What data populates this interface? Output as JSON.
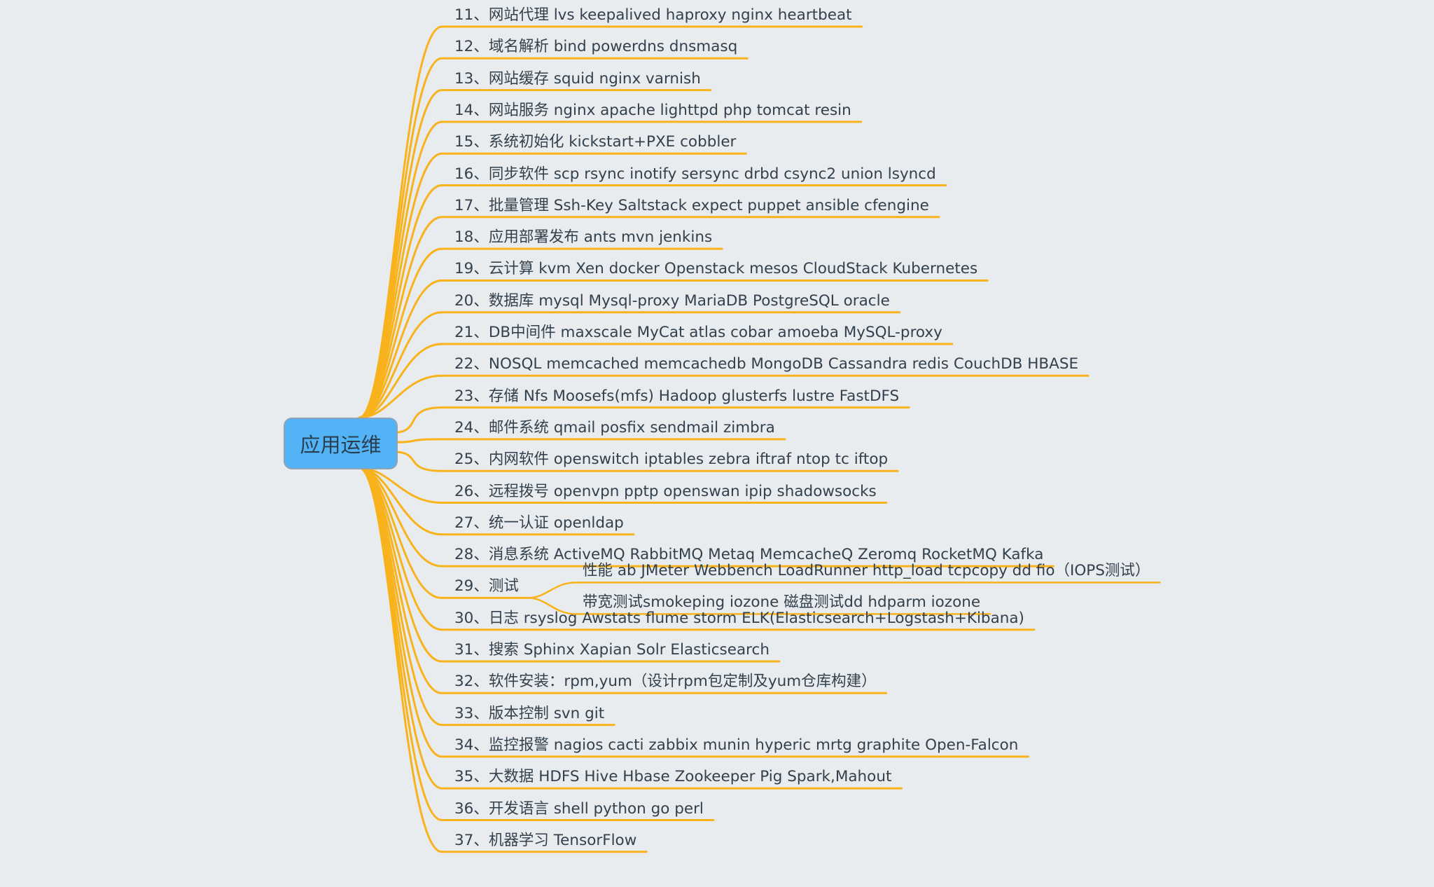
{
  "root": {
    "label": "应用运维"
  },
  "colors": {
    "branch": "#f8b21c",
    "root_fill": "#52b4f7",
    "background": "#e9ecee",
    "text": "#33414e"
  },
  "branches": [
    {
      "label": "11、网站代理 lvs keepalived haproxy nginx heartbeat"
    },
    {
      "label": "12、域名解析 bind powerdns dnsmasq"
    },
    {
      "label": "13、网站缓存 squid nginx varnish"
    },
    {
      "label": "14、网站服务 nginx apache lighttpd php tomcat resin"
    },
    {
      "label": "15、系统初始化 kickstart+PXE cobbler"
    },
    {
      "label": "16、同步软件 scp rsync inotify sersync drbd csync2 union lsyncd"
    },
    {
      "label": "17、批量管理 Ssh-Key Saltstack expect puppet ansible cfengine"
    },
    {
      "label": "18、应用部署发布 ants mvn jenkins"
    },
    {
      "label": "19、云计算 kvm Xen docker Openstack mesos CloudStack Kubernetes"
    },
    {
      "label": "20、数据库 mysql Mysql-proxy MariaDB PostgreSQL oracle"
    },
    {
      "label": "21、DB中间件 maxscale MyCat atlas cobar amoeba MySQL-proxy"
    },
    {
      "label": "22、NOSQL memcached memcachedb MongoDB Cassandra redis CouchDB HBASE"
    },
    {
      "label": "23、存储 Nfs Moosefs(mfs) Hadoop glusterfs lustre FastDFS"
    },
    {
      "label": "24、邮件系统 qmail posfix sendmail zimbra"
    },
    {
      "label": "25、内网软件 openswitch iptables zebra iftraf ntop tc iftop"
    },
    {
      "label": "26、远程拨号 openvpn pptp openswan ipip shadowsocks"
    },
    {
      "label": "27、统一认证 openldap"
    },
    {
      "label": "28、消息系统 ActiveMQ RabbitMQ Metaq MemcacheQ Zeromq RocketMQ Kafka"
    },
    {
      "label": "29、测试",
      "children": [
        {
          "label": "性能 ab JMeter Webbench LoadRunner http_load tcpcopy dd  fio（IOPS测试）"
        },
        {
          "label": "带宽测试smokeping iozone  磁盘测试dd hdparm iozone"
        }
      ]
    },
    {
      "label": "30、日志 rsyslog Awstats flume storm ELK(Elasticsearch+Logstash+Kibana)"
    },
    {
      "label": "31、搜索 Sphinx Xapian Solr Elasticsearch"
    },
    {
      "label": "32、软件安装：rpm,yum（设计rpm包定制及yum仓库构建）"
    },
    {
      "label": "33、版本控制 svn git"
    },
    {
      "label": "34、监控报警 nagios cacti zabbix munin hyperic mrtg graphite Open-Falcon"
    },
    {
      "label": "35、大数据 HDFS Hive Hbase Zookeeper Pig Spark,Mahout"
    },
    {
      "label": "36、开发语言 shell python go perl"
    },
    {
      "label": "37、机器学习 TensorFlow"
    }
  ]
}
